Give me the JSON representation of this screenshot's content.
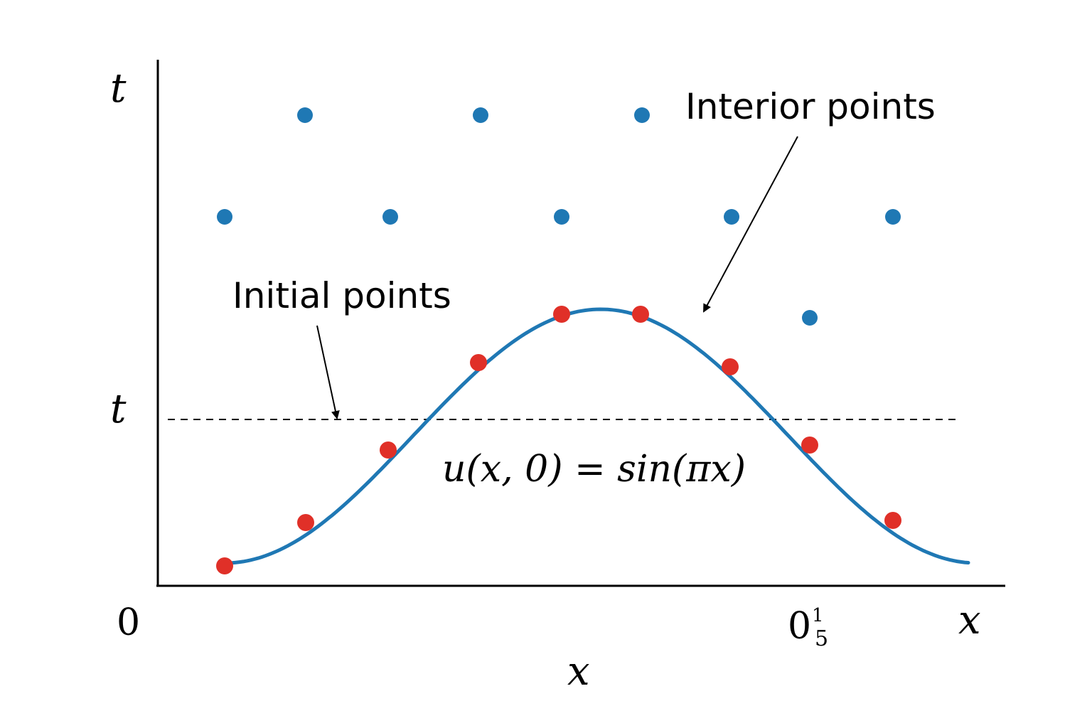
{
  "diagram": {
    "labels": {
      "t_top": "t",
      "t_mid": "t",
      "origin": "0",
      "x_tick_main": "0",
      "x_tick_sup": "1",
      "x_tick_sub": "5",
      "x_axis_end": "x",
      "x_axis_caption": "x",
      "interior": "Interior points",
      "initial": "Initial points",
      "equation": "u(x, 0) = sin(πx)"
    },
    "colors": {
      "axis": "#000000",
      "curve": "#1f78b4",
      "interior_points": "#1f78b4",
      "initial_points": "#e03028",
      "dashed_line": "#000000"
    },
    "icons": {
      "interior_arrow": "arrow-icon",
      "initial_arrow": "arrow-icon"
    }
  }
}
